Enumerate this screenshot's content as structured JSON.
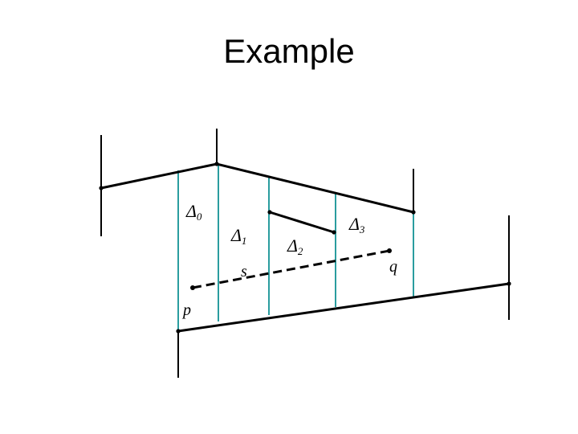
{
  "slide": {
    "title": "Example"
  },
  "labels": {
    "delta": "Δ",
    "delta0_sub": "0",
    "delta1_sub": "1",
    "delta2_sub": "2",
    "delta3_sub": "3",
    "s": "s",
    "p": "p",
    "q": "q"
  },
  "colors": {
    "segment": "#000000",
    "trapezoid_divider": "#2a9d9f",
    "background": "#ffffff"
  }
}
